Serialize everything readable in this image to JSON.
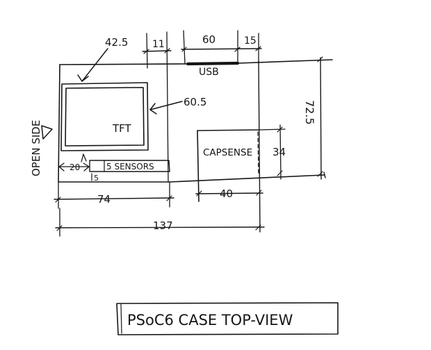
{
  "diagram": {
    "title": "PSoC6 CASE TOP-VIEW",
    "labels": {
      "open_side": "OPEN SIDE",
      "tft": "TFT",
      "usb": "USB",
      "capsense": "CAPSENSE",
      "sensors": "5 SENSORS"
    },
    "dimensions": {
      "tft_width": "42.5",
      "tft_height": "60.5",
      "tft_to_usb_gap": "11",
      "usb_width": "60",
      "usb_right_gap": "15",
      "case_height": "72.5",
      "capsense_height": "34",
      "capsense_width": "40",
      "tft_offset": "20",
      "sensor_offset": "5",
      "left_section_width": "74",
      "case_length": "137"
    }
  }
}
